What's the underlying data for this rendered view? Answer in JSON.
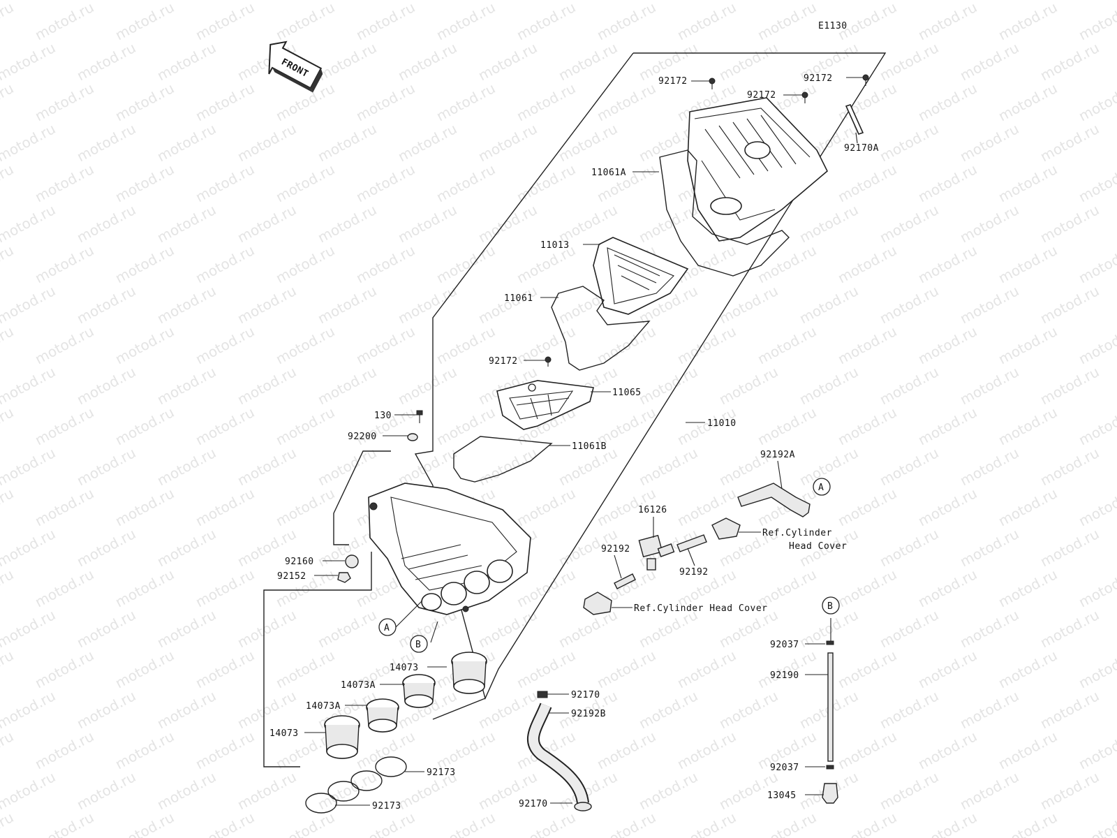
{
  "diagram_code": "E1130",
  "front_arrow_text": "FRONT",
  "watermark": "motod.ru",
  "callouts": {
    "c92172_a": "92172",
    "c92172_b": "92172",
    "c92172_c": "92172",
    "c92172_d": "92172",
    "c92170a": "92170A",
    "c11061a": "11061A",
    "c11013": "11013",
    "c11061": "11061",
    "c11065": "11065",
    "c130": "130",
    "c92200": "92200",
    "c11061b": "11061B",
    "c11010": "11010",
    "c92192a": "92192A",
    "c16126": "16126",
    "c92192_a": "92192",
    "c92192_b": "92192",
    "ref_head_cover_1a": "Ref.Cylinder",
    "ref_head_cover_1b": "Head Cover",
    "ref_head_cover_2": "Ref.Cylinder Head Cover",
    "c92160": "92160",
    "c92152": "92152",
    "marker_a1": "A",
    "marker_a2": "A",
    "marker_b1": "B",
    "marker_b2": "B",
    "c14073_a": "14073",
    "c14073_b": "14073",
    "c14073a_a": "14073A",
    "c14073a_b": "14073A",
    "c92170_a": "92170",
    "c92170_b": "92170",
    "c92192b": "92192B",
    "c92173_a": "92173",
    "c92173_b": "92173",
    "c92037_a": "92037",
    "c92037_b": "92037",
    "c92190": "92190",
    "c13045": "13045"
  }
}
